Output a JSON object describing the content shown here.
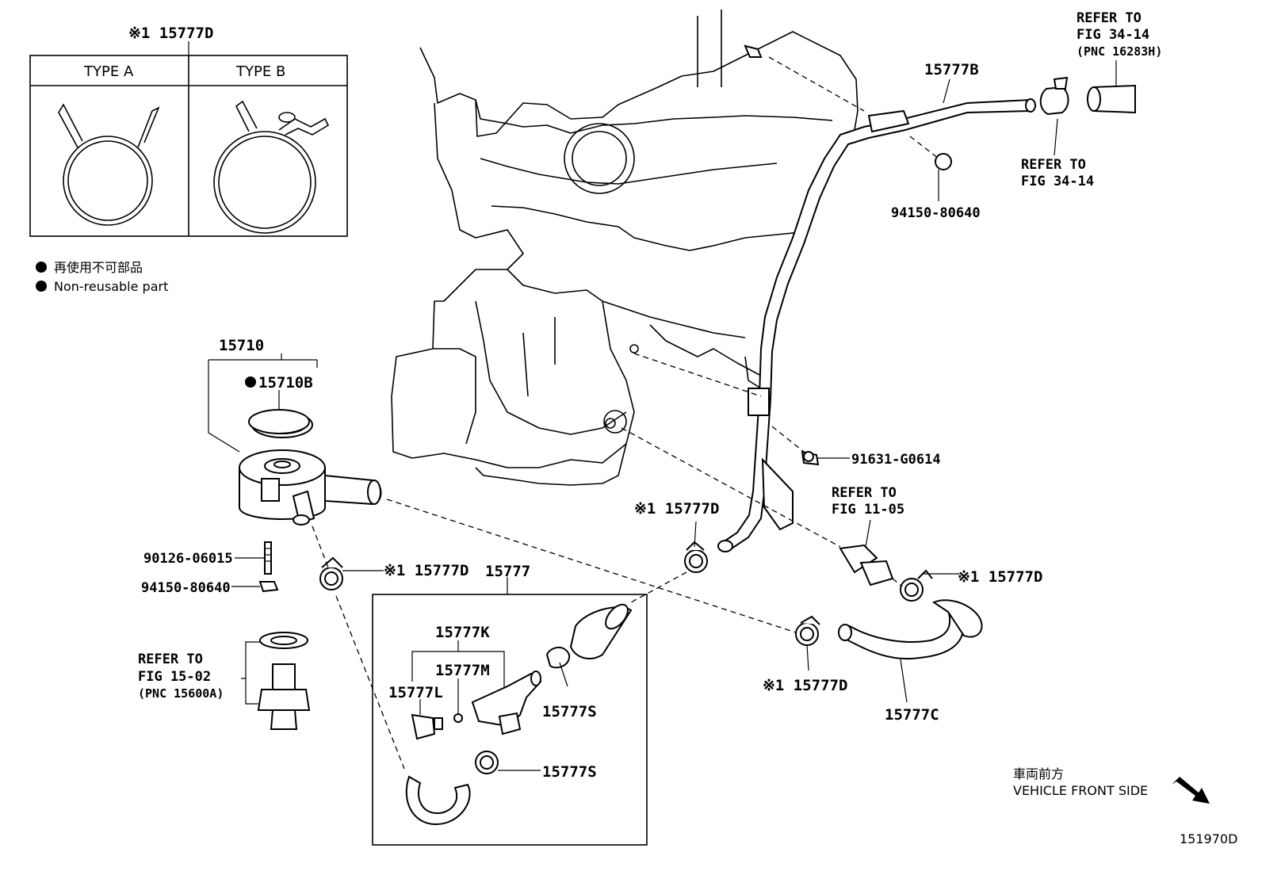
{
  "legend": {
    "type_box_label": "※1 15777D",
    "type_a": "TYPE A",
    "type_b": "TYPE B",
    "nonreusable_jp": "再使用不可部品",
    "nonreusable_en": "Non-reusable part"
  },
  "labels": {
    "p15710": "15710",
    "p15710B": "15710B",
    "p90126": "90126-06015",
    "p94150_left": "94150-80640",
    "p15777D_clamp_left": "※1 15777D",
    "p15777": "15777",
    "p15777K": "15777K",
    "p15777M": "15777M",
    "p15777L": "15777L",
    "p15777S_a": "15777S",
    "p15777S_b": "15777S",
    "p15777D_mid": "※1 15777D",
    "p15777D_right": "※1 15777D",
    "p15777D_bottom": "※1 15777D",
    "p15777C": "15777C",
    "p15777B": "15777B",
    "p94150_top": "94150-80640",
    "p91631": "91631-G0614",
    "fig_id": "151970D"
  },
  "refs": {
    "fig_34_14_top": [
      "REFER TO",
      "FIG 34-14",
      "(PNC 16283H)"
    ],
    "fig_34_14_mid": [
      "REFER TO",
      "FIG 34-14"
    ],
    "fig_11_05": [
      "REFER TO",
      "FIG 11-05"
    ],
    "fig_15_02": [
      "REFER TO",
      "FIG 15-02",
      "(PNC 15600A)"
    ]
  },
  "direction": {
    "jp": "車両前方",
    "en": "VEHICLE FRONT SIDE"
  }
}
